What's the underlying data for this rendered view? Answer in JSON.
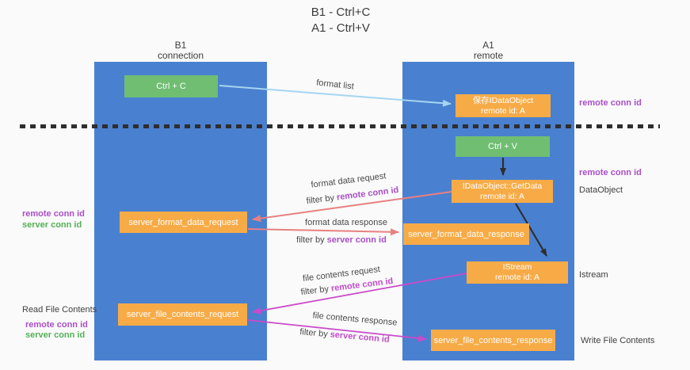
{
  "title": {
    "line1": "B1 - Ctrl+C",
    "line2": "A1 - Ctrl+V"
  },
  "columns": {
    "left": {
      "name": "B1",
      "subtitle": "connection"
    },
    "right": {
      "name": "A1",
      "subtitle": "remote"
    }
  },
  "nodes": {
    "ctrl_c": {
      "label": "Ctrl + C"
    },
    "ctrl_v": {
      "label": "Ctrl + V"
    },
    "save_dataobject": {
      "line1": "保存IDataObject",
      "line2": "remote id: A"
    },
    "getdata": {
      "line1": "IDataObject::GetData",
      "line2": "remote id: A"
    },
    "istream": {
      "line1": "IStream",
      "line2": "remote id: A"
    },
    "server_format_data_request": {
      "label": "server_format_data_request"
    },
    "server_format_data_response": {
      "label": "server_format_data_response"
    },
    "server_file_contents_request": {
      "label": "server_file_contents_request"
    },
    "server_file_contents_response": {
      "label": "server_file_contents_response"
    }
  },
  "right_labels": {
    "remote_conn_id_top": "remote conn id",
    "remote_conn_id_mid": "remote conn id",
    "dataobject": "DataObject",
    "istream": "Istream",
    "write_file_contents": "Write File Contents"
  },
  "left_labels": {
    "remote_conn_id_1": "remote conn id",
    "server_conn_id_1": "server conn id",
    "read_file_contents": "Read File Contents",
    "remote_conn_id_2": "remote conn id",
    "server_conn_id_2": "server conn id"
  },
  "edge_labels": {
    "format_list": "format list",
    "format_data_request": "format data request",
    "format_data_response": "format data response",
    "file_contents_request": "file contents request",
    "file_contents_response": "file contents response",
    "filter_prefix": "filter by",
    "filter_remote_format": "remote conn id",
    "filter_server_format": "server conn id",
    "filter_remote_file": "remote conn id",
    "filter_server_file": "server conn id"
  },
  "colors": {
    "background": "#fafafa",
    "column_blue": "#4a80d0",
    "box_orange": "#f7ab47",
    "box_green": "#6fbe72",
    "arrow_lightblue": "#a5d5f0",
    "arrow_salmon": "#e98080",
    "arrow_magenta": "#ca4aca",
    "arrow_black": "#2e2e2e",
    "text_purple": "#a94fc6",
    "text_magenta": "#c24bcb",
    "text_green": "#53b156"
  }
}
